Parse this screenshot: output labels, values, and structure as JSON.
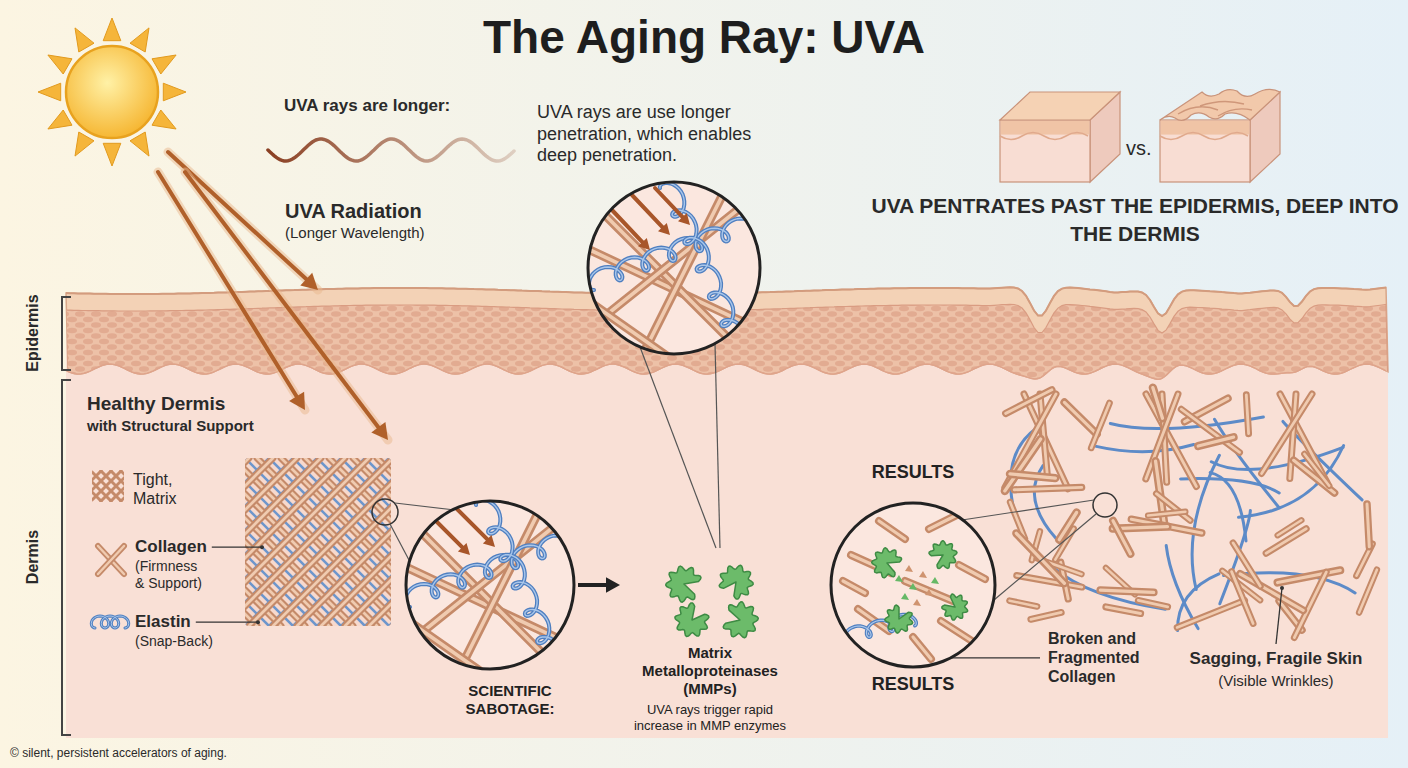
{
  "diagram": {
    "title": "The Aging Ray: UVA",
    "nodes": [
      {
        "text": [
          "SCIENTIFIC SABOTAGE:"
        ]
      },
      {
        "text": [
          "Matrix Metalloproteinases (MMPs)",
          "UVA rays trigger rapid increase in MMP enzymes"
        ]
      },
      {
        "text": [
          "RESULTS",
          "RESULTS"
        ]
      }
    ],
    "edges": [
      {
        "from": 0,
        "to": 1,
        "arrow": "to"
      }
    ],
    "labels": [
      "UVA rays are longer:",
      "UVA rays are use longer penetration, which enables deep penetration.",
      "UVA Radiation",
      "(Longer Wavelength)",
      "vs.",
      "UVA PENTRATES PAST THE EPIDERMIS, DEEP INTO THE DERMIS",
      "Epidermis",
      "Dermis",
      "Healthy Dermis",
      "with Structural Support",
      "Tight, Matrix",
      "Collagen",
      "(Firmness & Support)",
      "Elastin",
      "(Snap-Back)",
      "Broken and Fragmented Collagen",
      "Sagging, Fragile Skin",
      "(Visible Wrinkles)",
      "© silent, persistent accelerators of aging."
    ]
  }
}
